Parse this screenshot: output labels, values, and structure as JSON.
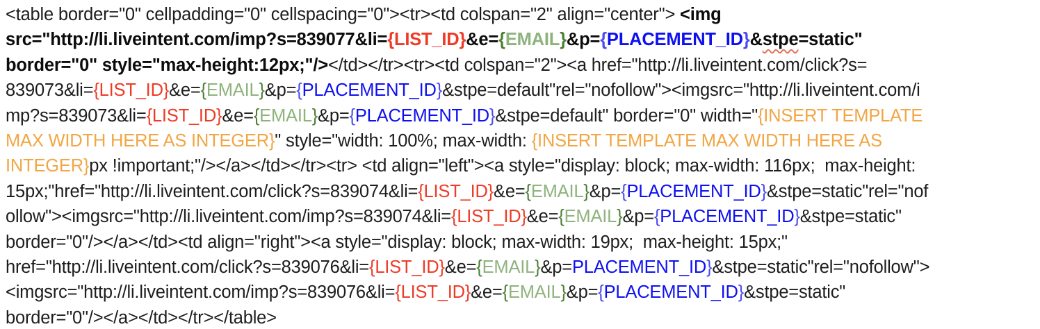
{
  "page": {
    "background": "#ffffff",
    "description": "HTML email-template source code snippet with colored merge tags"
  },
  "colors": {
    "text": "#1d1d1d",
    "bold_text": "#0c0c0c",
    "list_id_token": "#ee3b26",
    "email_token_letters": "#8eb37c",
    "email_token_braces": "#4b7f33",
    "placement_id_token_letters": "#0d10f0",
    "placement_id_token_braces": "#4b4bf0",
    "insert_template_token": "#f2a644",
    "spellcheck_squiggle": "#e4705c"
  },
  "tokens": {
    "list_id": "{LIST_ID}",
    "email": "{EMAIL}",
    "placement_id": "{PLACEMENT_ID}",
    "insert_template": "{INSERT TEMPLATE MAX WIDTH HERE AS INTEGER}"
  },
  "code_lines": [
    {
      "segments": [
        [
          "p",
          "<table border=\"0\" cellpadding=\"0\" cellspacing=\"0\"><tr><td colspan=\"2\" align=\"center\"> "
        ],
        [
          "b",
          "<img"
        ]
      ]
    },
    {
      "segments": [
        [
          "b",
          "src=\"http://li.liveintent.com/imp?s=839077&li="
        ],
        [
          "rb",
          "{LIST_ID}"
        ],
        [
          "b",
          "&e="
        ],
        [
          "gBb",
          "{"
        ],
        [
          "gb",
          "EMAIL"
        ],
        [
          "gBb",
          "}"
        ],
        [
          "b",
          "&p="
        ],
        [
          "uBb",
          "{"
        ],
        [
          "ub",
          "PLACEMENT_ID"
        ],
        [
          "uBb",
          "}"
        ],
        [
          "b",
          "&"
        ],
        [
          "sq",
          "stpe"
        ],
        [
          "b",
          "=static\""
        ]
      ]
    },
    {
      "segments": [
        [
          "b",
          "border=\"0\" style=\"max-height:12px;\"/>"
        ],
        [
          "p",
          "</td></tr><tr><td colspan=\"2\"><a href=\"http://li.liveintent.com/click?s="
        ]
      ]
    },
    {
      "segments": [
        [
          "p",
          "839073&li="
        ],
        [
          "r",
          "{LIST_ID}"
        ],
        [
          "p",
          "&e="
        ],
        [
          "gB",
          "{"
        ],
        [
          "g",
          "EMAIL"
        ],
        [
          "gB",
          "}"
        ],
        [
          "p",
          "&p="
        ],
        [
          "uB",
          "{"
        ],
        [
          "u",
          "PLACEMENT_ID"
        ],
        [
          "uB",
          "}"
        ],
        [
          "p",
          "&stpe=default\"rel=\"nofollow\"><imgsrc=\"http://li.liveintent.com/i"
        ]
      ]
    },
    {
      "segments": [
        [
          "p",
          "mp?s=839073&li="
        ],
        [
          "r",
          "{LIST_ID}"
        ],
        [
          "p",
          "&e="
        ],
        [
          "gB",
          "{"
        ],
        [
          "g",
          "EMAIL"
        ],
        [
          "gB",
          "}"
        ],
        [
          "p",
          "&p="
        ],
        [
          "uB",
          "{"
        ],
        [
          "u",
          "PLACEMENT_ID"
        ],
        [
          "uB",
          "}"
        ],
        [
          "p",
          "&stpe=default\" border=\"0\" width=\""
        ],
        [
          "o",
          "{INSERT TEMPLATE"
        ]
      ]
    },
    {
      "segments": [
        [
          "o",
          "MAX WIDTH HERE AS INTEGER}"
        ],
        [
          "p",
          "\" style=\"width: 100%; max-width: "
        ],
        [
          "o",
          "{INSERT TEMPLATE MAX WIDTH HERE AS"
        ]
      ]
    },
    {
      "segments": [
        [
          "o",
          "INTEGER}"
        ],
        [
          "p",
          "px !important;\"/></a></td></tr><tr> <td align=\"left\"><a style=\"display: block; max-width: 116px;  max-height:"
        ]
      ]
    },
    {
      "segments": [
        [
          "p",
          "15px;\"href=\"http://li.liveintent.com/click?s=839074&li="
        ],
        [
          "r",
          "{LIST_ID}"
        ],
        [
          "p",
          "&e="
        ],
        [
          "gB",
          "{"
        ],
        [
          "g",
          "EMAIL"
        ],
        [
          "gB",
          "}"
        ],
        [
          "p",
          "&p="
        ],
        [
          "uB",
          "{"
        ],
        [
          "u",
          "PLACEMENT_ID"
        ],
        [
          "uB",
          "}"
        ],
        [
          "p",
          "&stpe=static\"rel=\"nof"
        ]
      ]
    },
    {
      "segments": [
        [
          "p",
          "ollow\"><imgsrc=\"http://li.liveintent.com/imp?s=839074&li="
        ],
        [
          "r",
          "{LIST_ID}"
        ],
        [
          "p",
          "&e="
        ],
        [
          "gB",
          "{"
        ],
        [
          "g",
          "EMAIL"
        ],
        [
          "gB",
          "}"
        ],
        [
          "p",
          "&p="
        ],
        [
          "uB",
          "{"
        ],
        [
          "u",
          "PLACEMENT_ID"
        ],
        [
          "uB",
          "}"
        ],
        [
          "p",
          "&stpe=static\""
        ]
      ]
    },
    {
      "segments": [
        [
          "p",
          "border=\"0\"/></a></td><td align=\"right\"><a style=\"display: block; max-width: 19px;  max-height: 15px;\""
        ]
      ]
    },
    {
      "segments": [
        [
          "p",
          "href=\"http://li.liveintent.com/click?s=839076&li="
        ],
        [
          "r",
          "{LIST_ID}"
        ],
        [
          "p",
          "&e="
        ],
        [
          "gB",
          "{"
        ],
        [
          "g",
          "EMAIL"
        ],
        [
          "gB",
          "}"
        ],
        [
          "p",
          "&p="
        ],
        [
          "u",
          "PLACEMENT_ID"
        ],
        [
          "uB",
          "}"
        ],
        [
          "p",
          "&stpe=static\"rel=\"nofollow\">"
        ]
      ]
    },
    {
      "segments": [
        [
          "p",
          "<imgsrc=\"http://li.liveintent.com/imp?s=839076&li="
        ],
        [
          "r",
          "{LIST_ID}"
        ],
        [
          "p",
          "&e="
        ],
        [
          "gB",
          "{"
        ],
        [
          "g",
          "EMAIL"
        ],
        [
          "gB",
          "}"
        ],
        [
          "p",
          "&p="
        ],
        [
          "uB",
          "{"
        ],
        [
          "u",
          "PLACEMENT_ID"
        ],
        [
          "uB",
          "}"
        ],
        [
          "p",
          "&stpe=static\""
        ]
      ]
    },
    {
      "segments": [
        [
          "p",
          "border=\"0\"/></a></td></tr></table>"
        ]
      ]
    }
  ]
}
